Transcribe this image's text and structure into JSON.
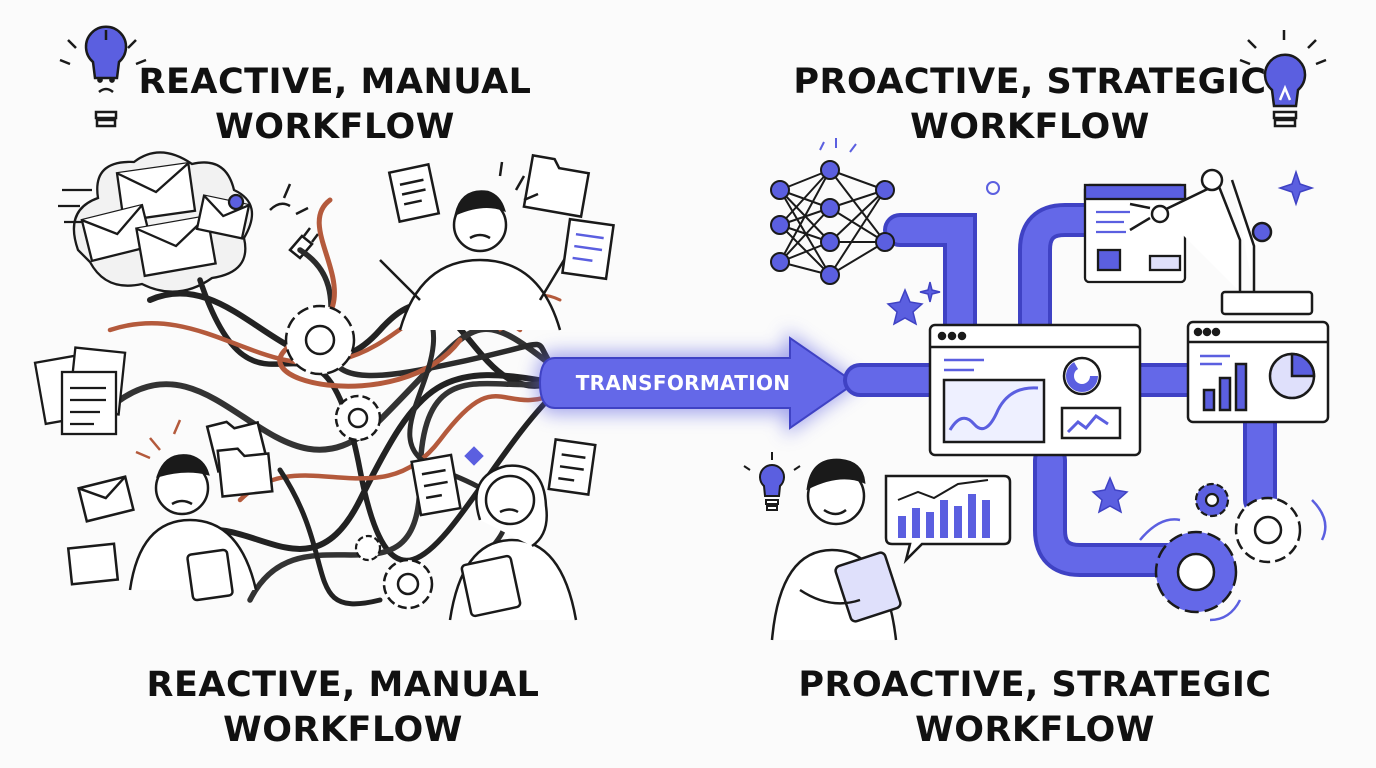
{
  "left": {
    "title_top": [
      "REACTIVE, MANUAL",
      "WORKFLOW"
    ],
    "title_bottom": [
      "REACTIVE, MANUAL",
      "WORKFLOW"
    ]
  },
  "right": {
    "title_top": [
      "PROACTIVE, STRATEGIC",
      "WORKFLOW"
    ],
    "title_bottom": [
      "PROACTIVE, STRATEGIC",
      "WORKFLOW"
    ]
  },
  "arrow": {
    "label": "TRANSFORMATION"
  },
  "colors": {
    "accent": "#5b5fe0",
    "accent_light": "#dfe0fb",
    "ink": "#1a1a1a",
    "wire_rust": "#b45a3c"
  },
  "icons": [
    "sad-lightbulb-icon",
    "lightbulb-icon",
    "envelope-icon",
    "document-icon",
    "folder-icon",
    "gear-icon",
    "plug-icon",
    "neural-network-icon",
    "robot-arm-icon",
    "dashboard-window-icon",
    "pie-chart-icon",
    "bar-chart-icon",
    "sparkle-icon",
    "tablet-icon"
  ]
}
